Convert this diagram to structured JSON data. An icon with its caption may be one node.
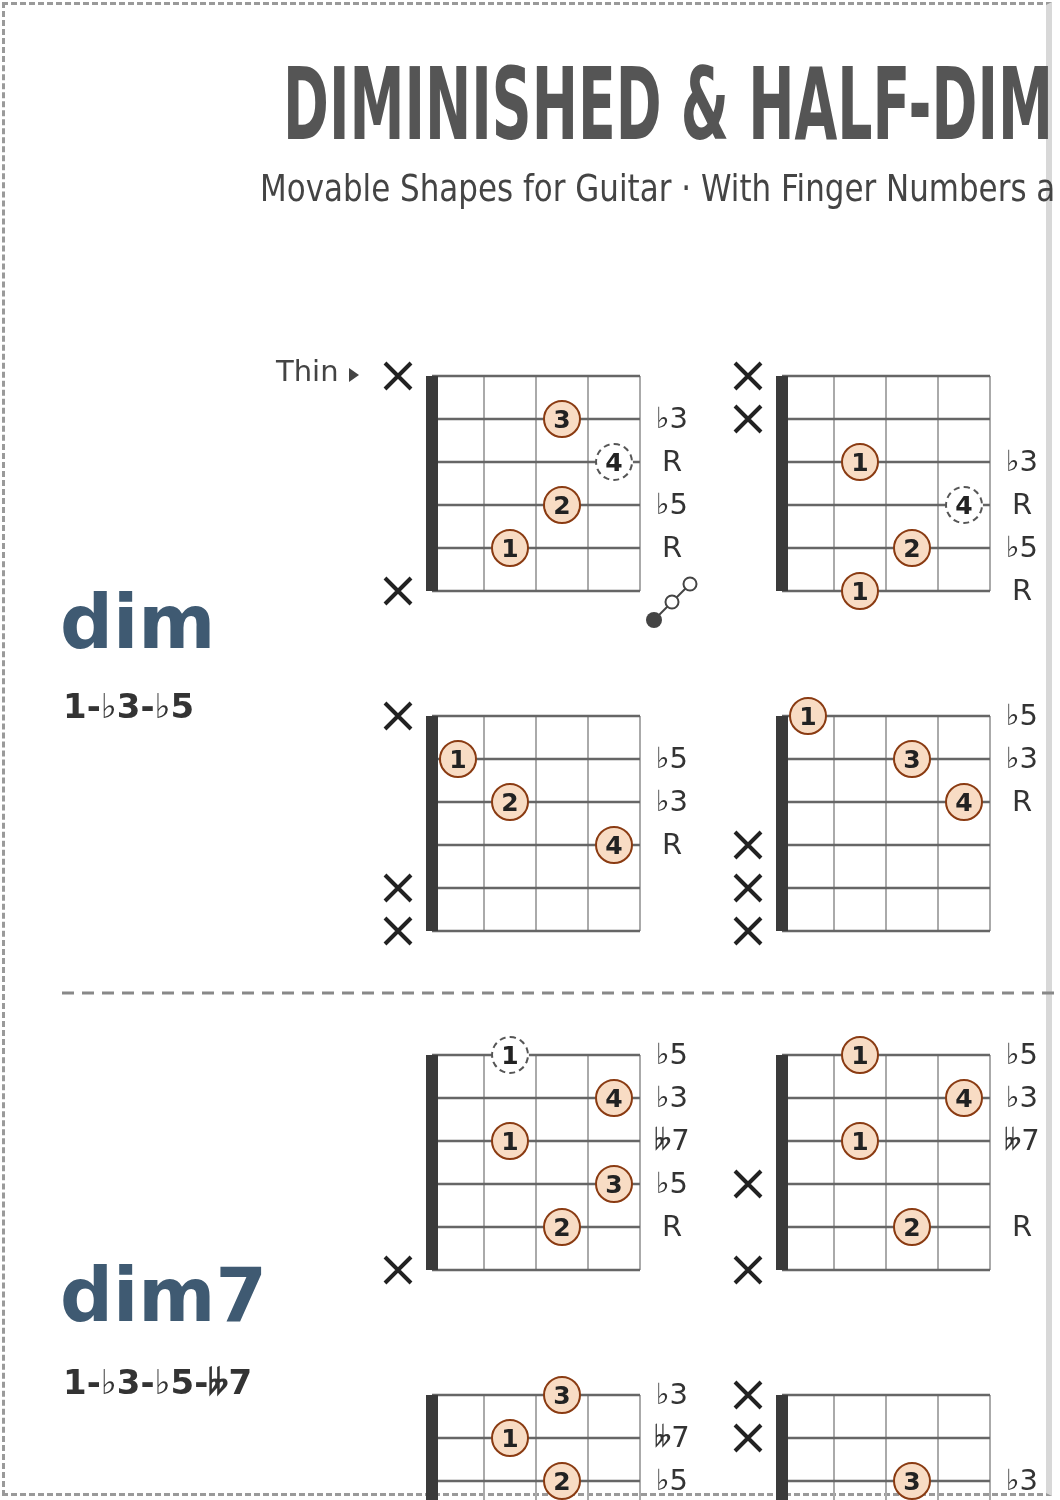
{
  "diagram": {
    "title": "DIMINISHED & HALF-DIM",
    "nodes": [
      {
        "text": [
          "3"
        ]
      },
      {
        "text": [
          "4"
        ]
      },
      {
        "text": [
          "2"
        ]
      },
      {
        "text": [
          "1"
        ]
      },
      {
        "text": [
          "1"
        ]
      },
      {
        "text": [
          "4"
        ]
      },
      {
        "text": [
          "2"
        ]
      },
      {
        "text": [
          "1"
        ]
      },
      {
        "text": [
          "1"
        ]
      },
      {
        "text": [
          "2"
        ]
      },
      {
        "text": [
          "4"
        ]
      },
      {
        "text": [
          "1"
        ]
      },
      {
        "text": [
          "3"
        ]
      },
      {
        "text": [
          "4"
        ]
      },
      {
        "text": [
          "1"
        ]
      },
      {
        "text": [
          "4"
        ]
      },
      {
        "text": [
          "1"
        ]
      },
      {
        "text": [
          "3"
        ]
      },
      {
        "text": [
          "2"
        ]
      },
      {
        "text": [
          "1"
        ]
      },
      {
        "text": [
          "4"
        ]
      },
      {
        "text": [
          "1"
        ]
      },
      {
        "text": [
          "2"
        ]
      },
      {
        "text": [
          "3"
        ]
      },
      {
        "text": [
          "1"
        ]
      },
      {
        "text": [
          "2"
        ]
      },
      {
        "text": [
          "3"
        ]
      }
    ],
    "labels": [
      "Movable Shapes for Guitar · With Finger Numbers a",
      "Thin",
      "dim",
      "1-♭3-♭5",
      "♭3",
      "R",
      "♭5",
      "R",
      "♭3",
      "R",
      "♭5",
      "R",
      "♭5",
      "♭3",
      "R",
      "♭5",
      "♭3",
      "R",
      "dim7",
      "1-♭3-♭5-𝄫7",
      "♭5",
      "♭3",
      "𝄫7",
      "♭5",
      "R",
      "♭5",
      "♭3",
      "𝄫7",
      "R",
      "♭3",
      "𝄫7",
      "♭5",
      "♭3"
    ]
  }
}
